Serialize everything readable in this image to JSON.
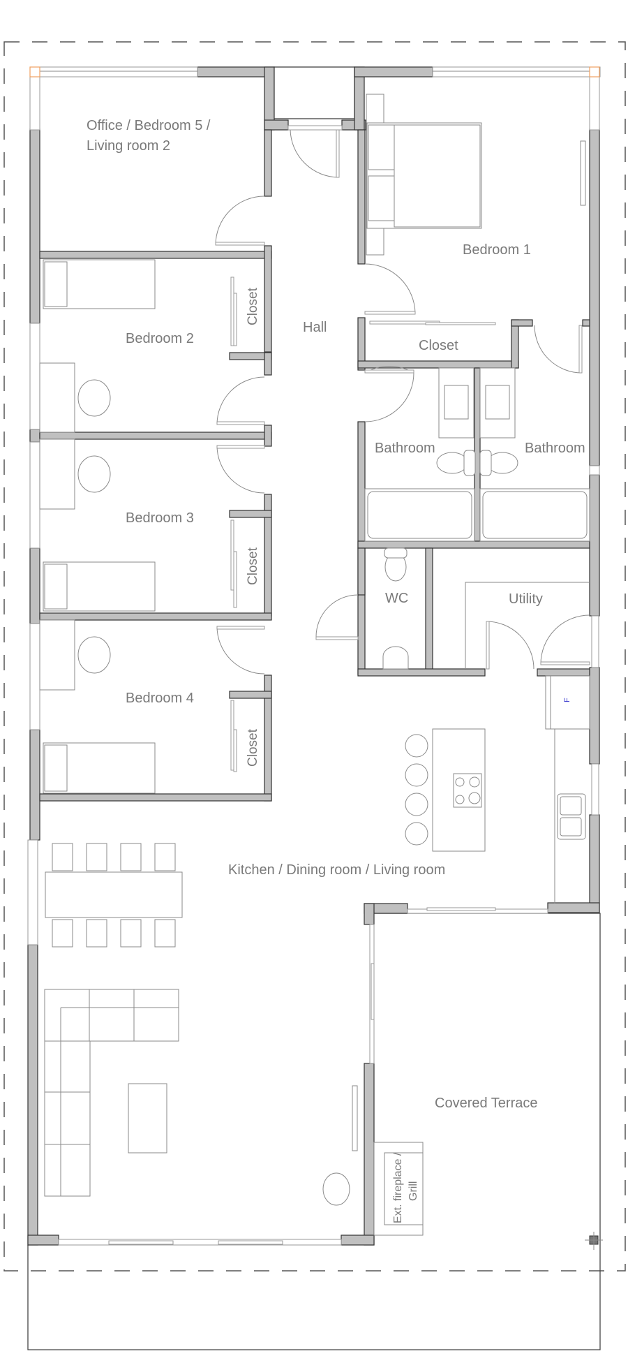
{
  "plan": {
    "type": "floor-plan",
    "rooms": {
      "office": {
        "line1": "Office / Bedroom 5 /",
        "line2": "Living room 2"
      },
      "bedroom1": "Bedroom 1",
      "bedroom2": "Bedroom 2",
      "bedroom3": "Bedroom 3",
      "bedroom4": "Bedroom 4",
      "hall": "Hall",
      "closet_master": "Closet",
      "closet_b2": "Closet",
      "closet_b3": "Closet",
      "closet_b4": "Closet",
      "bathroom_left": "Bathroom",
      "bathroom_right": "Bathroom",
      "wc": "WC",
      "utility": "Utility",
      "kitchen_living": "Kitchen / Dining room / Living room",
      "terrace": "Covered Terrace",
      "fireplace": {
        "line1": "Ext. fireplace /",
        "line2": "Grill"
      }
    },
    "fridge_mark": "F",
    "colors": {
      "wall_fill": "#c0c0c0",
      "wall_stroke": "#333333",
      "furniture_line": "#8a8a8a",
      "label_text": "#7a7a7a",
      "window_corner_accent": "#f0a060",
      "fridge_mark": "#3333cc"
    }
  }
}
